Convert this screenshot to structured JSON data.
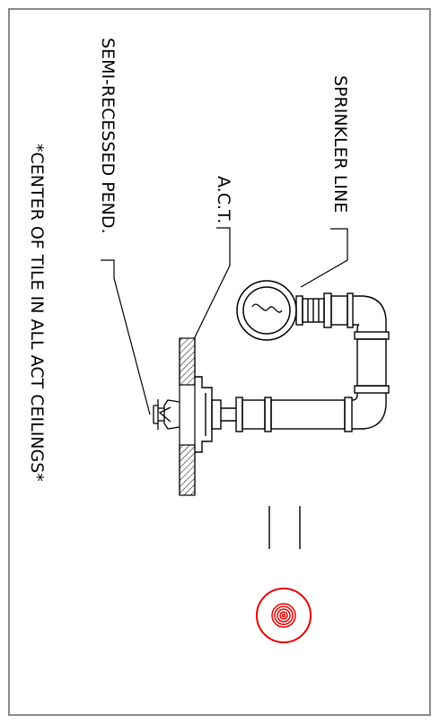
{
  "labels": {
    "sprinkler_line": "SPRINKLER LINE",
    "act": "A.C.T.",
    "semi_recessed": "SEMI-RECESSED PEND.",
    "note": "*CENTER OF TILE IN ALL ACT CEILINGS*"
  },
  "colors": {
    "line": "#000000",
    "frame": "#8a8a8a",
    "symbol": "#e60000"
  }
}
